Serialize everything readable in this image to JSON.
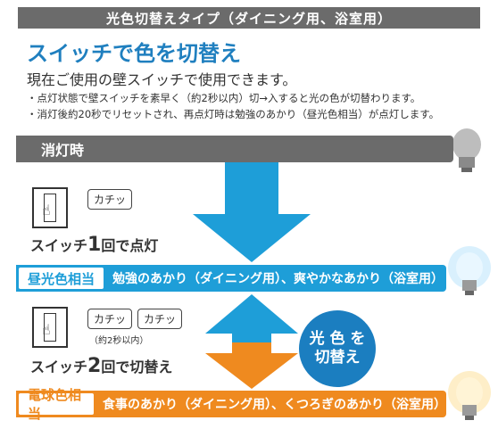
{
  "banner": "光色切替えタイプ（ダイニング用、浴室用）",
  "heading": "スイッチで色を切替え",
  "subheading": "現在ご使用の壁スイッチで使用できます。",
  "notes": [
    "・点灯状態で壁スイッチを素早く（約2秒以内）切→入すると光の色が切替わります。",
    "・消灯後約20秒でリセットされ、再点灯時は勉強のあかり（昼光色相当）が点灯します。"
  ],
  "off_label": "消灯時",
  "step1": {
    "bubble": "カチッ",
    "label_prefix": "スイッチ",
    "label_num": "1",
    "label_suffix": "回で点灯"
  },
  "daylight": {
    "tag": "昼光色相当",
    "desc": "勉強のあかり（ダイニング用）、爽やかなあかり（浴室用）"
  },
  "step2": {
    "bubble1": "カチッ",
    "bubble2": "カチッ",
    "note": "（約2秒以内）",
    "label_prefix": "スイッチ",
    "label_num": "2",
    "label_suffix": "回で切替え"
  },
  "switch_circle": {
    "line1": "光 色 を",
    "line2": "切替え"
  },
  "bulb": {
    "tag": "電球色相当",
    "desc": "食事のあかり（ダイニング用）、くつろぎのあかり（浴室用）"
  },
  "colors": {
    "blue": "#1e9ed8",
    "orange": "#ef8a1f",
    "gray": "#6b6b6b",
    "heading_blue": "#1f7fbf"
  }
}
